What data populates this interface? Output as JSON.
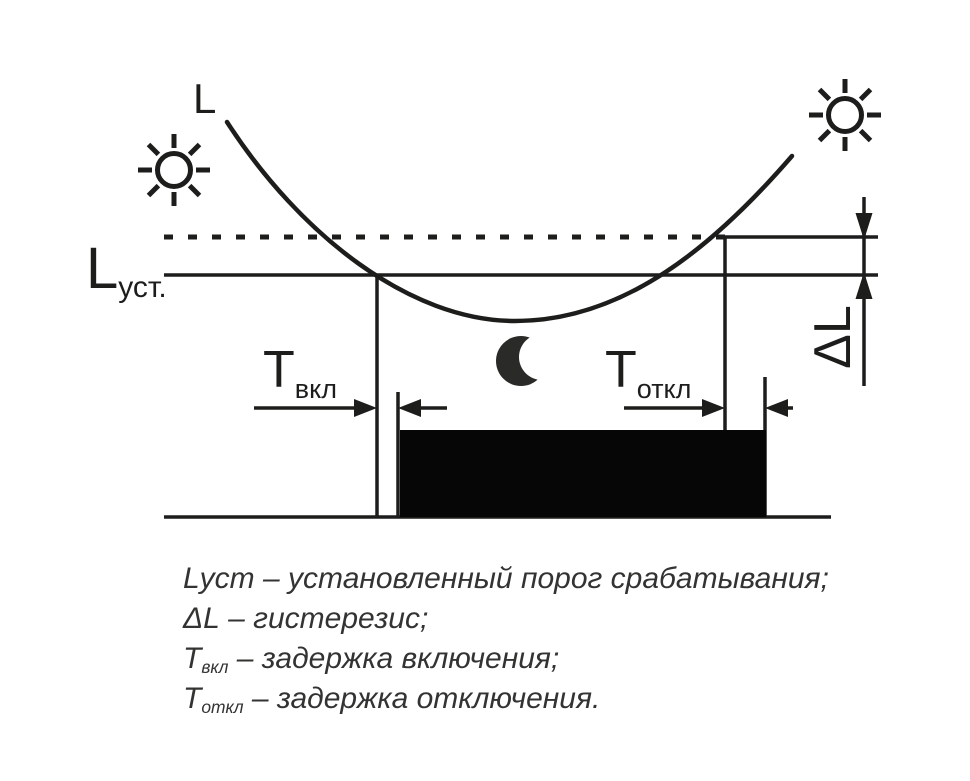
{
  "diagram": {
    "curve_label": "L",
    "threshold_label": {
      "main": "L",
      "sub": "уст."
    },
    "delta_label": "ΔL",
    "t_on_label": {
      "main": "T",
      "sub": "вкл"
    },
    "t_off_label": {
      "main": "T",
      "sub": "откл"
    },
    "icons": [
      "sun-icon",
      "sun-icon",
      "moon-icon"
    ],
    "colors": {
      "line": "#1d1d1b",
      "bar": "#060606",
      "legend_text": "#333332",
      "background": "#ffffff"
    }
  },
  "legend": {
    "items": [
      {
        "term": "Lуст",
        "sub": "",
        "rest": " – установленный порог срабатывания;"
      },
      {
        "term": "ΔL",
        "sub": "",
        "rest": " – гистерезис;"
      },
      {
        "term": "T",
        "sub": "вкл",
        "rest": " – задержка включения;"
      },
      {
        "term": "T",
        "sub": "откл",
        "rest": " – задержка отключения."
      }
    ]
  }
}
